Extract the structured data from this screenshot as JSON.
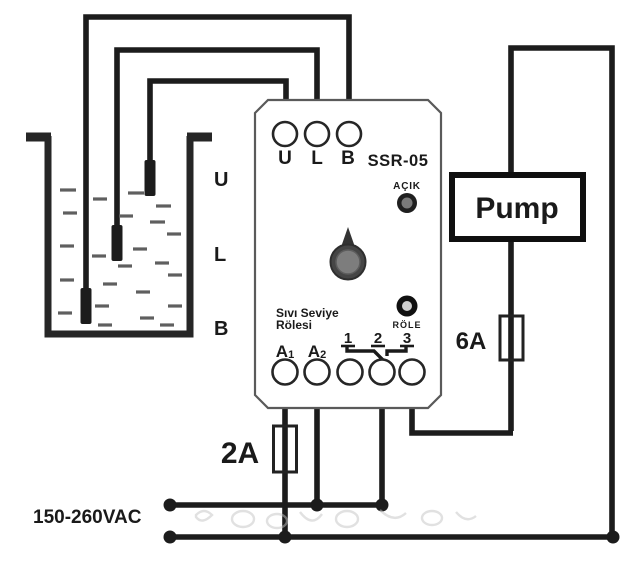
{
  "relay": {
    "model": "SSR-05",
    "device_name_line1": "Sıvı Seviye",
    "device_name_line2": "Rölesi",
    "terminal_u": "U",
    "terminal_l": "L",
    "terminal_b": "B",
    "terminal_a1_main": "A",
    "terminal_a1_sub": "1",
    "terminal_a2_main": "A",
    "terminal_a2_sub": "2",
    "contact_1": "1",
    "contact_2": "2",
    "contact_3": "3",
    "power_led_label": "AÇIK",
    "relay_led_label": "RÖLE"
  },
  "tank": {
    "level_upper": "U",
    "level_lower": "L",
    "level_bottom": "B"
  },
  "pump": {
    "label": "Pump"
  },
  "fuses": {
    "pump_fuse": "6A",
    "control_fuse": "2A"
  },
  "supply": {
    "label": "150-260VAC"
  },
  "colors": {
    "wire": "#1c1c1c",
    "relay_outline": "#5a5a5a",
    "knob": "#454545",
    "led_dark": "#1f1f1f",
    "led_inner": "#7a7a7a"
  }
}
